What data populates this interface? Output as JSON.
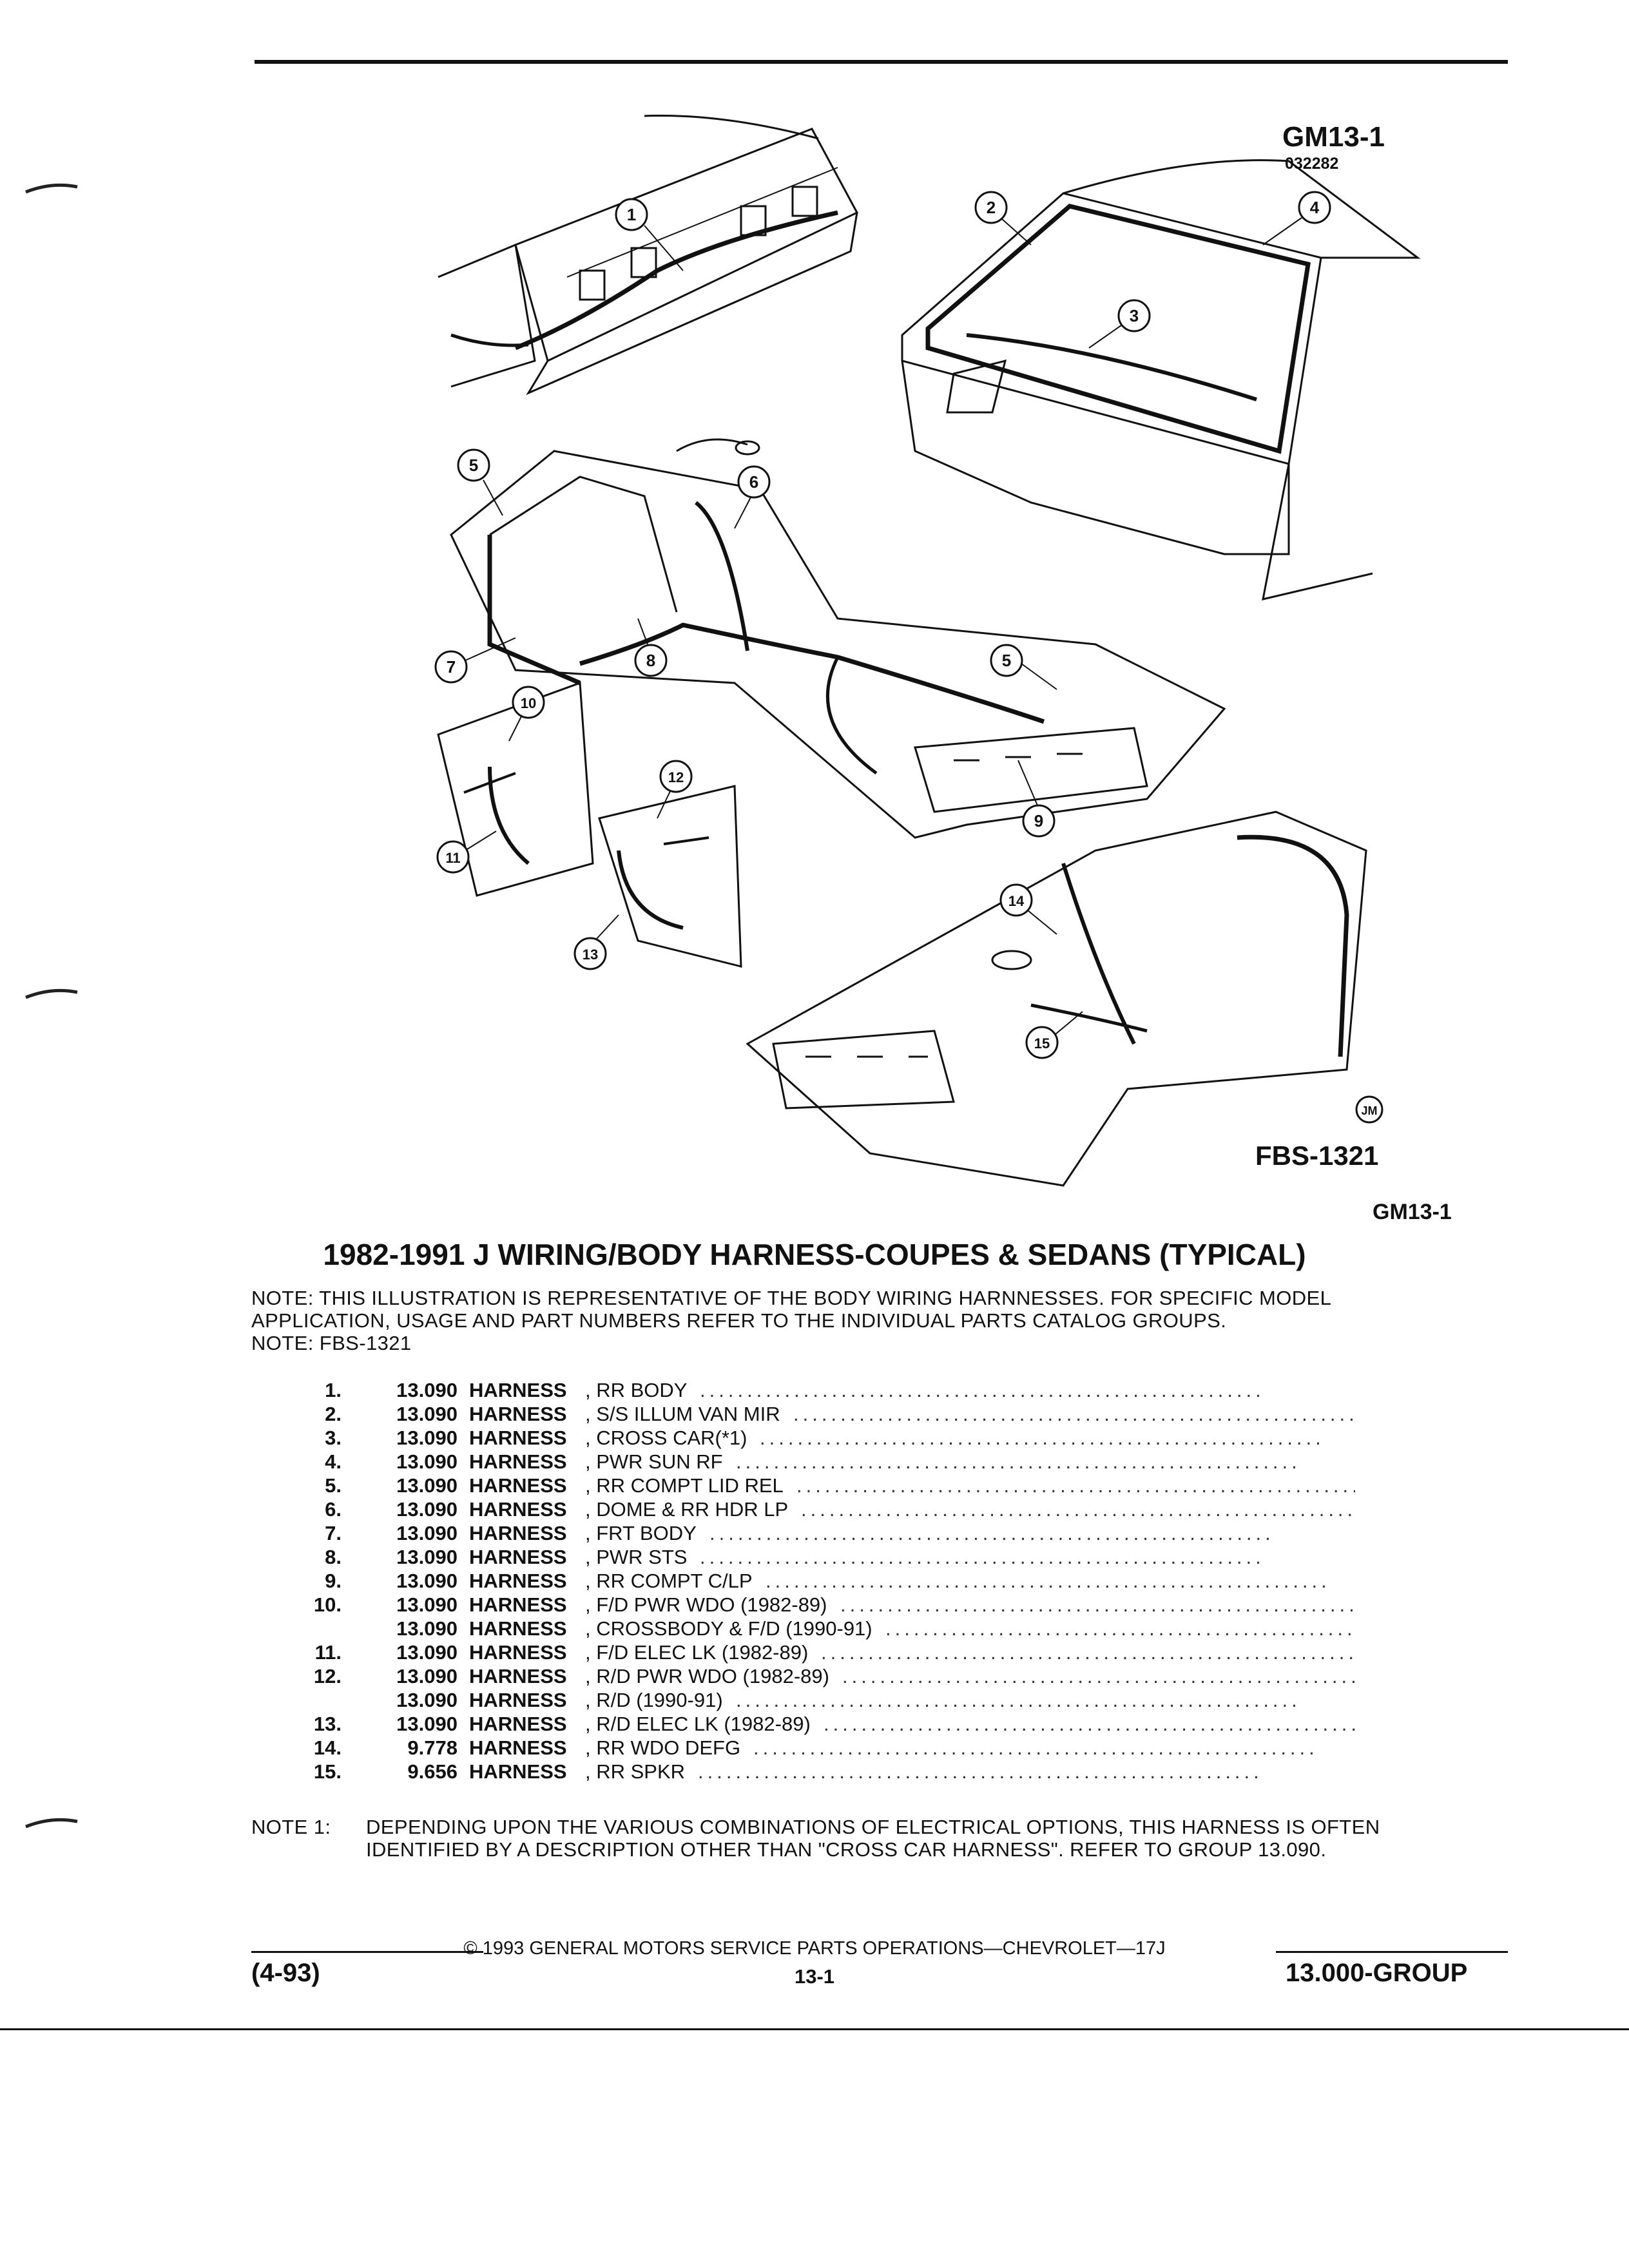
{
  "figure": {
    "code": "GM13-1",
    "date": "032282",
    "fbs": "FBS-1321",
    "logo_text": "JM",
    "callouts": [
      "1",
      "2",
      "3",
      "4",
      "5",
      "6",
      "7",
      "8",
      "5",
      "9",
      "10",
      "11",
      "12",
      "13",
      "14",
      "15"
    ]
  },
  "header_code": "GM13-1",
  "title": "1982-1991 J WIRING/BODY HARNESS-COUPES & SEDANS (TYPICAL)",
  "note_lines": [
    "NOTE:  THIS ILLUSTRATION IS REPRESENTATIVE OF THE BODY WIRING HARNNESSES. FOR SPECIFIC MODEL",
    "APPLICATION, USAGE AND PART NUMBERS REFER TO THE INDIVIDUAL PARTS CATALOG GROUPS.",
    "NOTE:  FBS-1321"
  ],
  "parts": [
    {
      "num": "1.",
      "group": "13.090",
      "name": "HARNESS",
      "desc": ", RR BODY"
    },
    {
      "num": "2.",
      "group": "13.090",
      "name": "HARNESS",
      "desc": ", S/S ILLUM VAN MIR"
    },
    {
      "num": "3.",
      "group": "13.090",
      "name": "HARNESS",
      "desc": ", CROSS CAR(*1)"
    },
    {
      "num": "4.",
      "group": "13.090",
      "name": "HARNESS",
      "desc": ", PWR SUN RF"
    },
    {
      "num": "5.",
      "group": "13.090",
      "name": "HARNESS",
      "desc": ", RR COMPT LID REL"
    },
    {
      "num": "6.",
      "group": "13.090",
      "name": "HARNESS",
      "desc": ", DOME & RR HDR LP"
    },
    {
      "num": "7.",
      "group": "13.090",
      "name": "HARNESS",
      "desc": ", FRT BODY"
    },
    {
      "num": "8.",
      "group": "13.090",
      "name": "HARNESS",
      "desc": ", PWR STS"
    },
    {
      "num": "9.",
      "group": "13.090",
      "name": "HARNESS",
      "desc": ", RR COMPT C/LP"
    },
    {
      "num": "10.",
      "group": "13.090",
      "name": "HARNESS",
      "desc": ", F/D PWR WDO (1982-89)"
    },
    {
      "num": "",
      "group": "13.090",
      "name": "HARNESS",
      "desc": ", CROSSBODY & F/D (1990-91)"
    },
    {
      "num": "11.",
      "group": "13.090",
      "name": "HARNESS",
      "desc": ", F/D ELEC LK (1982-89)"
    },
    {
      "num": "12.",
      "group": "13.090",
      "name": "HARNESS",
      "desc": ", R/D PWR WDO (1982-89)"
    },
    {
      "num": "",
      "group": "13.090",
      "name": "HARNESS",
      "desc": ", R/D (1990-91)"
    },
    {
      "num": "13.",
      "group": "13.090",
      "name": "HARNESS",
      "desc": ", R/D ELEC LK (1982-89)"
    },
    {
      "num": "14.",
      "group": "9.778",
      "name": "HARNESS",
      "desc": ", RR WDO DEFG"
    },
    {
      "num": "15.",
      "group": "9.656",
      "name": "HARNESS",
      "desc": ", RR SPKR"
    }
  ],
  "note1": {
    "label": "NOTE  1:",
    "line1": "DEPENDING UPON THE VARIOUS COMBINATIONS OF ELECTRICAL OPTIONS, THIS HARNESS IS OFTEN",
    "line2": "IDENTIFIED BY A DESCRIPTION OTHER THAN \"CROSS CAR HARNESS\". REFER TO GROUP 13.090."
  },
  "footer": {
    "copyright": "© 1993 GENERAL MOTORS SERVICE PARTS OPERATIONS—CHEVROLET—17J",
    "date": "(4-93)",
    "page": "13-1",
    "group": "13.000-GROUP"
  }
}
